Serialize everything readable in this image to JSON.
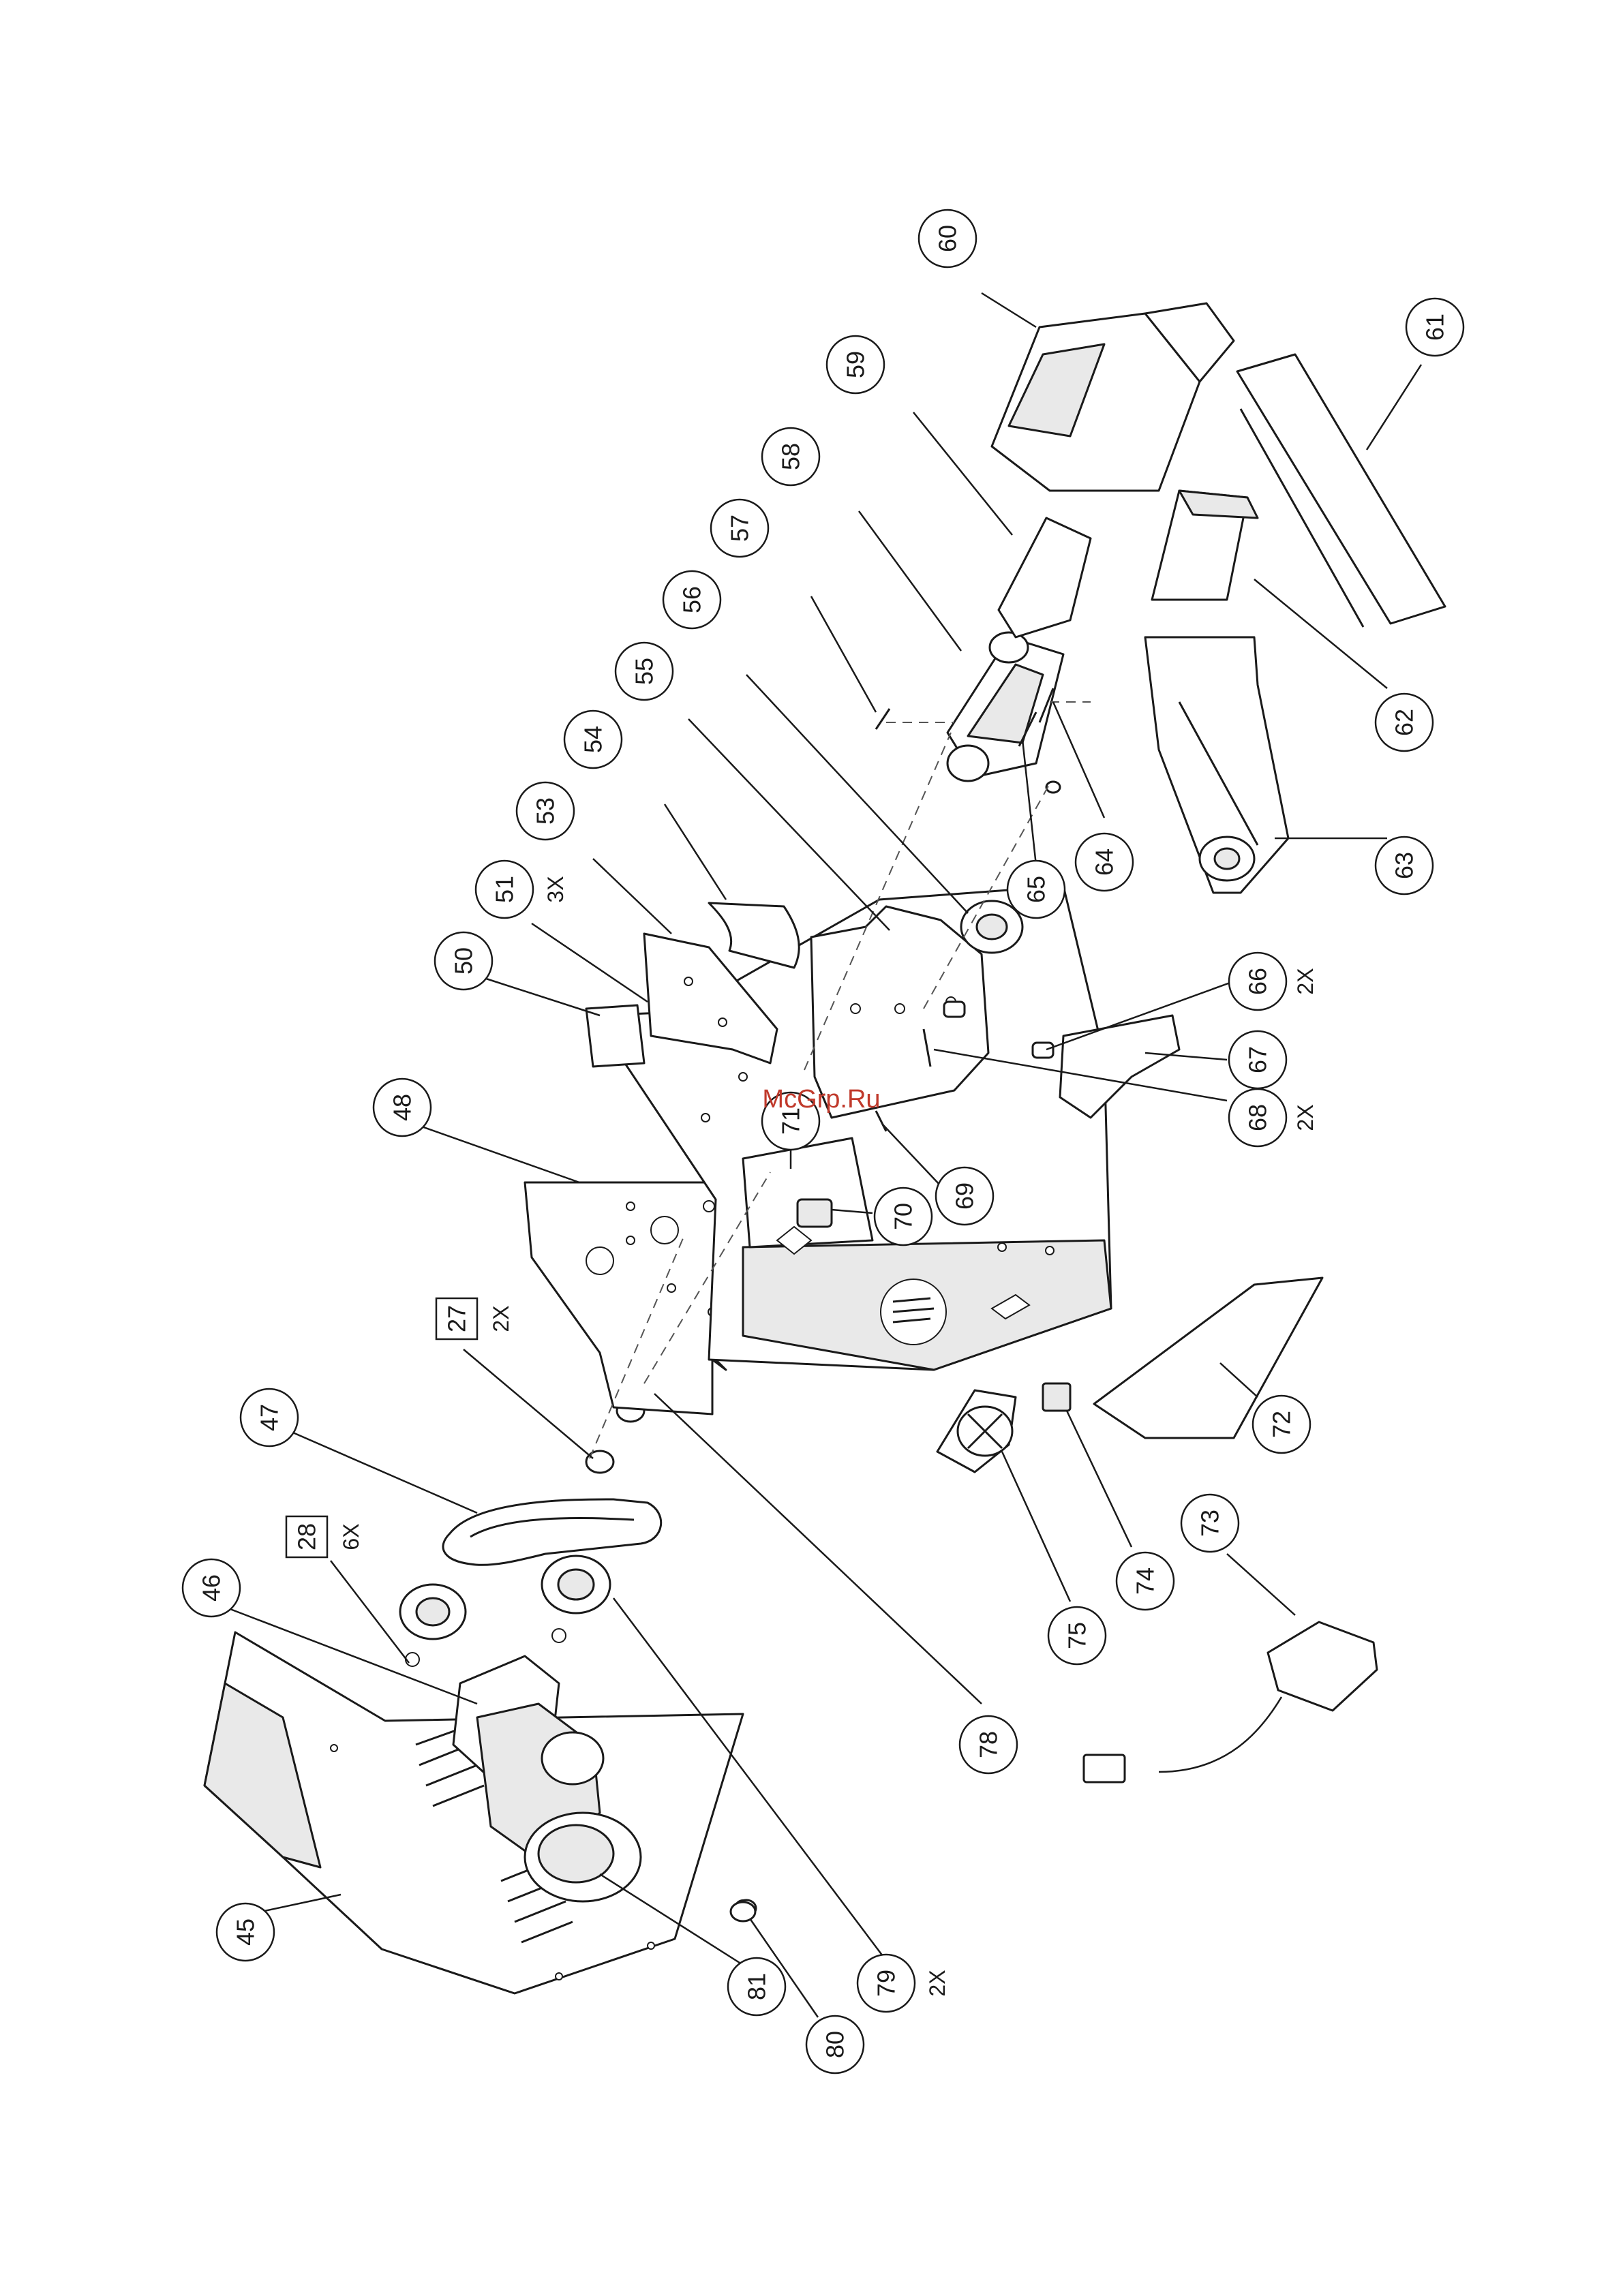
{
  "watermark": "McGrp.Ru",
  "callouts": [
    {
      "id": "c45",
      "label": "45"
    },
    {
      "id": "c46",
      "label": "46"
    },
    {
      "id": "c47",
      "label": "47"
    },
    {
      "id": "c48",
      "label": "48"
    },
    {
      "id": "c50",
      "label": "50"
    },
    {
      "id": "c51",
      "label": "51",
      "qty": "3X"
    },
    {
      "id": "c53",
      "label": "53"
    },
    {
      "id": "c54",
      "label": "54"
    },
    {
      "id": "c55",
      "label": "55"
    },
    {
      "id": "c56",
      "label": "56"
    },
    {
      "id": "c57",
      "label": "57"
    },
    {
      "id": "c58",
      "label": "58"
    },
    {
      "id": "c59",
      "label": "59"
    },
    {
      "id": "c60",
      "label": "60"
    },
    {
      "id": "c61",
      "label": "61"
    },
    {
      "id": "c62",
      "label": "62"
    },
    {
      "id": "c63",
      "label": "63"
    },
    {
      "id": "c64",
      "label": "64"
    },
    {
      "id": "c65",
      "label": "65"
    },
    {
      "id": "c66",
      "label": "66",
      "qty": "2X"
    },
    {
      "id": "c67",
      "label": "67"
    },
    {
      "id": "c68",
      "label": "68",
      "qty": "2X"
    },
    {
      "id": "c69",
      "label": "69"
    },
    {
      "id": "c70",
      "label": "70"
    },
    {
      "id": "c71",
      "label": "71"
    },
    {
      "id": "c72",
      "label": "72"
    },
    {
      "id": "c73",
      "label": "73"
    },
    {
      "id": "c74",
      "label": "74"
    },
    {
      "id": "c75",
      "label": "75"
    },
    {
      "id": "c78",
      "label": "78"
    },
    {
      "id": "c79",
      "label": "79",
      "qty": "2X"
    },
    {
      "id": "c80",
      "label": "80"
    },
    {
      "id": "c81",
      "label": "81"
    }
  ],
  "boxed_callouts": [
    {
      "id": "b27",
      "label": "27",
      "qty": "2X"
    },
    {
      "id": "b28",
      "label": "28",
      "qty": "6X"
    }
  ]
}
